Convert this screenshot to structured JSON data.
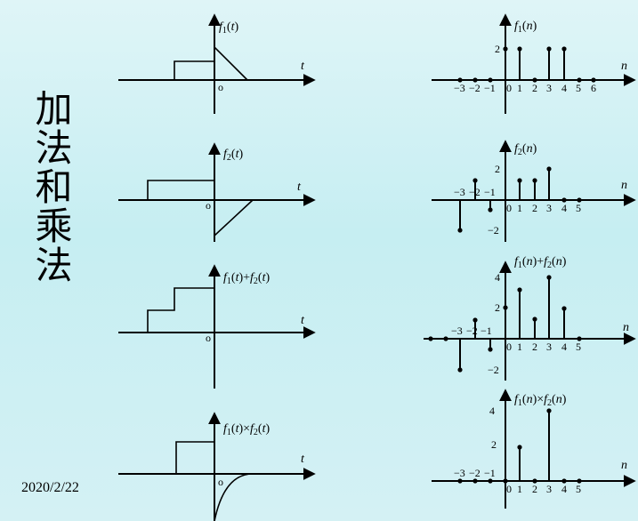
{
  "slide": {
    "title": "加法和乘法",
    "date": "2020/2/22"
  },
  "continuous": {
    "t_label": "t",
    "origin_label": "o",
    "panels": [
      {
        "label": "f1(t)"
      },
      {
        "label": "f2(t)"
      },
      {
        "label": "f1(t)+f2(t)"
      },
      {
        "label": "f1(t)×f2(t)"
      }
    ]
  },
  "discrete": {
    "n_label": "n",
    "panels": [
      {
        "label": "f1(n)",
        "y_ticks": [
          "2"
        ],
        "n_ticks": [
          "−3",
          "−2",
          "−1",
          "0",
          "1",
          "2",
          "3",
          "4",
          "5",
          "6"
        ]
      },
      {
        "label": "f2(n)",
        "y_ticks": [
          "2",
          "−2"
        ],
        "n_ticks": [
          "−3",
          "−2",
          "−1",
          "0",
          "1",
          "2",
          "3",
          "4",
          "5"
        ]
      },
      {
        "label": "f1(n)+f2(n)",
        "y_ticks": [
          "4",
          "2",
          "−2"
        ],
        "n_ticks": [
          "−3",
          "−2",
          "−1",
          "0",
          "1",
          "2",
          "3",
          "4",
          "5"
        ]
      },
      {
        "label": "f1(n)×f2(n)",
        "y_ticks": [
          "4",
          "2"
        ],
        "n_ticks": [
          "−3",
          "−2",
          "−1",
          "0",
          "1",
          "2",
          "3",
          "4",
          "5"
        ]
      }
    ]
  }
}
